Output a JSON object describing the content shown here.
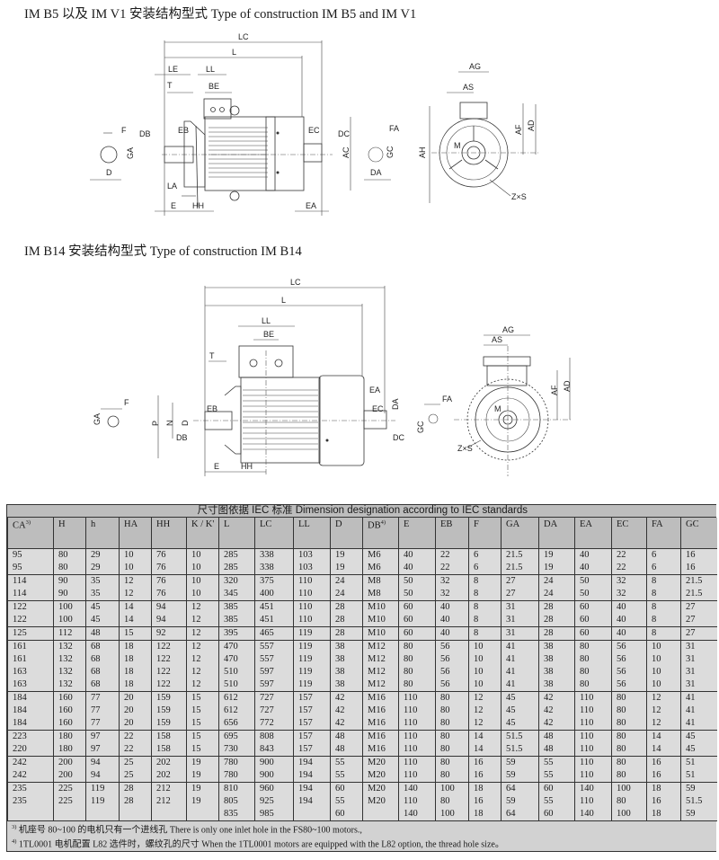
{
  "titles": {
    "b5_v1": "IM B5 以及 IM V1 安装结构型式 Type of construction IM B5 and IM V1",
    "b14": "IM B14 安装结构型式 Type of construction IM B14"
  },
  "drawing_b5": {
    "labels": [
      "LC",
      "L",
      "LE",
      "LL",
      "T",
      "BE",
      "F",
      "DB",
      "EB",
      "GA",
      "D",
      "LA",
      "E",
      "HH",
      "EC",
      "DC",
      "AC",
      "EA",
      "FA",
      "GC",
      "DA",
      "AG",
      "AS",
      "AF",
      "AD",
      "AH",
      "M",
      "Z×S"
    ]
  },
  "drawing_b14": {
    "labels": [
      "LC",
      "L",
      "LL",
      "BE",
      "T",
      "F",
      "GA",
      "P",
      "N",
      "D",
      "EB",
      "DB",
      "E",
      "HH",
      "EA",
      "EC",
      "DA",
      "DC",
      "FA",
      "GC",
      "AG",
      "AS",
      "AF",
      "AD",
      "M",
      "Z×S"
    ]
  },
  "table": {
    "caption": "尺寸图依据 IEC 标准 Dimension designation according to IEC standards",
    "headers": [
      {
        "text": "CA",
        "sup": "3)"
      },
      {
        "text": "H"
      },
      {
        "text": "h"
      },
      {
        "text": "HA"
      },
      {
        "text": "HH"
      },
      {
        "text": "K / K'"
      },
      {
        "text": "L"
      },
      {
        "text": "LC"
      },
      {
        "text": "LL"
      },
      {
        "text": "D"
      },
      {
        "text": "DB",
        "sup": "4)"
      },
      {
        "text": "E"
      },
      {
        "text": "EB"
      },
      {
        "text": "F"
      },
      {
        "text": "GA"
      },
      {
        "text": "DA"
      },
      {
        "text": "EA"
      },
      {
        "text": "EC"
      },
      {
        "text": "FA"
      },
      {
        "text": "GC"
      }
    ],
    "groups": [
      [
        [
          "95",
          "80",
          "29",
          "10",
          "76",
          "10",
          "285",
          "338",
          "103",
          "19",
          "M6",
          "40",
          "22",
          "6",
          "21.5",
          "19",
          "40",
          "22",
          "6",
          "16"
        ],
        [
          "95",
          "80",
          "29",
          "10",
          "76",
          "10",
          "285",
          "338",
          "103",
          "19",
          "M6",
          "40",
          "22",
          "6",
          "21.5",
          "19",
          "40",
          "22",
          "6",
          "16"
        ]
      ],
      [
        [
          "114",
          "90",
          "35",
          "12",
          "76",
          "10",
          "320",
          "375",
          "110",
          "24",
          "M8",
          "50",
          "32",
          "8",
          "27",
          "24",
          "50",
          "32",
          "8",
          "21.5"
        ],
        [
          "114",
          "90",
          "35",
          "12",
          "76",
          "10",
          "345",
          "400",
          "110",
          "24",
          "M8",
          "50",
          "32",
          "8",
          "27",
          "24",
          "50",
          "32",
          "8",
          "21.5"
        ]
      ],
      [
        [
          "122",
          "100",
          "45",
          "14",
          "94",
          "12",
          "385",
          "451",
          "110",
          "28",
          "M10",
          "60",
          "40",
          "8",
          "31",
          "28",
          "60",
          "40",
          "8",
          "27"
        ],
        [
          "122",
          "100",
          "45",
          "14",
          "94",
          "12",
          "385",
          "451",
          "110",
          "28",
          "M10",
          "60",
          "40",
          "8",
          "31",
          "28",
          "60",
          "40",
          "8",
          "27"
        ]
      ],
      [
        [
          "125",
          "112",
          "48",
          "15",
          "92",
          "12",
          "395",
          "465",
          "119",
          "28",
          "M10",
          "60",
          "40",
          "8",
          "31",
          "28",
          "60",
          "40",
          "8",
          "27"
        ]
      ],
      [
        [
          "161",
          "132",
          "68",
          "18",
          "122",
          "12",
          "470",
          "557",
          "119",
          "38",
          "M12",
          "80",
          "56",
          "10",
          "41",
          "38",
          "80",
          "56",
          "10",
          "31"
        ],
        [
          "161",
          "132",
          "68",
          "18",
          "122",
          "12",
          "470",
          "557",
          "119",
          "38",
          "M12",
          "80",
          "56",
          "10",
          "41",
          "38",
          "80",
          "56",
          "10",
          "31"
        ],
        [
          "163",
          "132",
          "68",
          "18",
          "122",
          "12",
          "510",
          "597",
          "119",
          "38",
          "M12",
          "80",
          "56",
          "10",
          "41",
          "38",
          "80",
          "56",
          "10",
          "31"
        ],
        [
          "163",
          "132",
          "68",
          "18",
          "122",
          "12",
          "510",
          "597",
          "119",
          "38",
          "M12",
          "80",
          "56",
          "10",
          "41",
          "38",
          "80",
          "56",
          "10",
          "31"
        ]
      ],
      [
        [
          "184",
          "160",
          "77",
          "20",
          "159",
          "15",
          "612",
          "727",
          "157",
          "42",
          "M16",
          "110",
          "80",
          "12",
          "45",
          "42",
          "110",
          "80",
          "12",
          "41"
        ],
        [
          "184",
          "160",
          "77",
          "20",
          "159",
          "15",
          "612",
          "727",
          "157",
          "42",
          "M16",
          "110",
          "80",
          "12",
          "45",
          "42",
          "110",
          "80",
          "12",
          "41"
        ],
        [
          "184",
          "160",
          "77",
          "20",
          "159",
          "15",
          "656",
          "772",
          "157",
          "42",
          "M16",
          "110",
          "80",
          "12",
          "45",
          "42",
          "110",
          "80",
          "12",
          "41"
        ]
      ],
      [
        [
          "223",
          "180",
          "97",
          "22",
          "158",
          "15",
          "695",
          "808",
          "157",
          "48",
          "M16",
          "110",
          "80",
          "14",
          "51.5",
          "48",
          "110",
          "80",
          "14",
          "45"
        ],
        [
          "220",
          "180",
          "97",
          "22",
          "158",
          "15",
          "730",
          "843",
          "157",
          "48",
          "M16",
          "110",
          "80",
          "14",
          "51.5",
          "48",
          "110",
          "80",
          "14",
          "45"
        ]
      ],
      [
        [
          "242",
          "200",
          "94",
          "25",
          "202",
          "19",
          "780",
          "900",
          "194",
          "55",
          "M20",
          "110",
          "80",
          "16",
          "59",
          "55",
          "110",
          "80",
          "16",
          "51"
        ],
        [
          "242",
          "200",
          "94",
          "25",
          "202",
          "19",
          "780",
          "900",
          "194",
          "55",
          "M20",
          "110",
          "80",
          "16",
          "59",
          "55",
          "110",
          "80",
          "16",
          "51"
        ]
      ],
      [
        [
          "235",
          "225",
          "119",
          "28",
          "212",
          "19",
          "810",
          "960",
          "194",
          "60",
          "M20",
          "140",
          "100",
          "18",
          "64",
          "60",
          "140",
          "100",
          "18",
          "59"
        ],
        [
          "235",
          "225",
          "119",
          "28",
          "212",
          "19",
          "805",
          "925",
          "194",
          "55",
          "M20",
          "110",
          "80",
          "16",
          "59",
          "55",
          "110",
          "80",
          "16",
          "51.5"
        ],
        [
          "",
          "",
          "",
          "",
          "",
          "",
          "835",
          "985",
          "",
          "60",
          "",
          "140",
          "100",
          "18",
          "64",
          "60",
          "140",
          "100",
          "18",
          "59"
        ]
      ]
    ]
  },
  "notes": [
    {
      "sup": "3)",
      "text": "机座号 80~100 的电机只有一个进线孔 There is only one inlet hole in the FS80~100 motors.,"
    },
    {
      "sup": "4)",
      "text": "1TL0001 电机配置 L82 选件时，螺纹孔的尺寸 When the 1TL0001 motors are equipped with the L82 option, the thread hole size。"
    }
  ]
}
